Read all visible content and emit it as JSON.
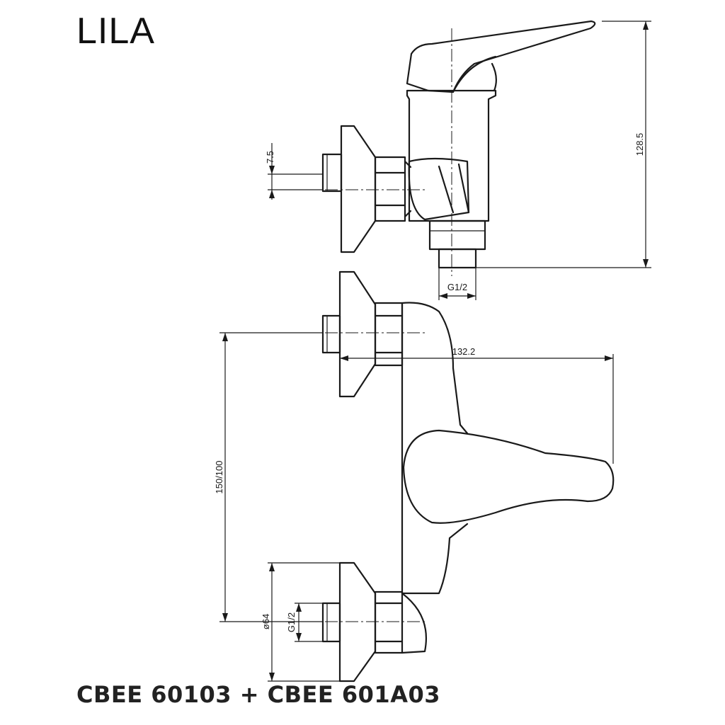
{
  "title": "LILA",
  "product_codes": "CBEE 60103 + CBEE 601A03",
  "dimensions": {
    "inlet_offset": "7.5",
    "total_height": "128.5",
    "bottom_thread": "G1/2",
    "projection": "132.2",
    "centre_spacing": "150/100",
    "flange_diameter": "ø64",
    "inlet_thread": "G1/2"
  }
}
